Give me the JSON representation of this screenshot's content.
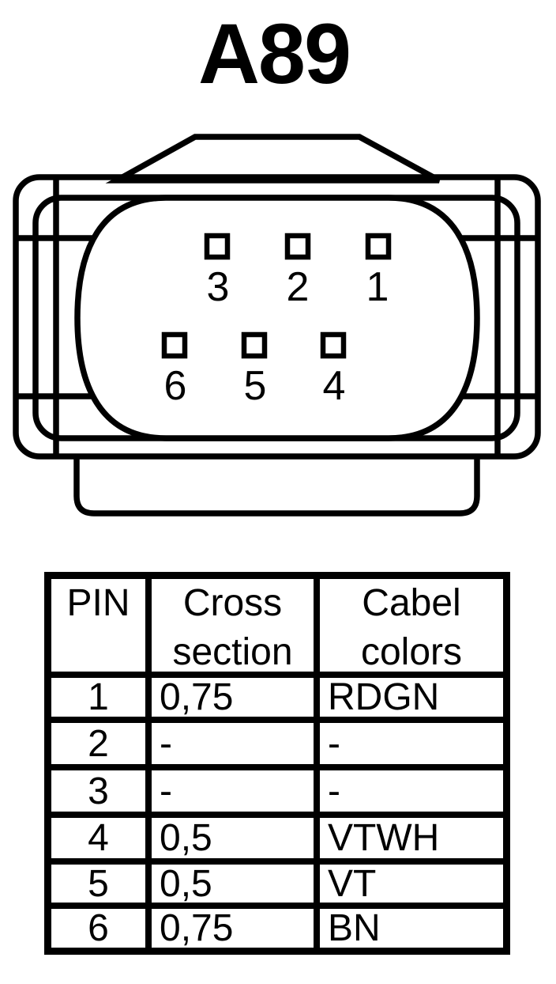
{
  "title": "A89",
  "connector": {
    "pins_row_top": [
      {
        "label": "3"
      },
      {
        "label": "2"
      },
      {
        "label": "1"
      }
    ],
    "pins_row_bottom": [
      {
        "label": "6"
      },
      {
        "label": "5"
      },
      {
        "label": "4"
      }
    ]
  },
  "table": {
    "headers": [
      {
        "line1": "PIN",
        "line2": ""
      },
      {
        "line1": "Cross",
        "line2": "section"
      },
      {
        "line1": "Cabel",
        "line2": "colors"
      }
    ],
    "rows": [
      {
        "pin": "1",
        "cross_section": "0,75",
        "cable_color": "RDGN"
      },
      {
        "pin": "2",
        "cross_section": "-",
        "cable_color": "-"
      },
      {
        "pin": "3",
        "cross_section": "-",
        "cable_color": "-"
      },
      {
        "pin": "4",
        "cross_section": "0,5",
        "cable_color": "VTWH"
      },
      {
        "pin": "5",
        "cross_section": "0,5",
        "cable_color": "VT"
      },
      {
        "pin": "6",
        "cross_section": "0,75",
        "cable_color": "BN"
      }
    ]
  },
  "colors": {
    "line": "#000000",
    "background": "#ffffff"
  }
}
